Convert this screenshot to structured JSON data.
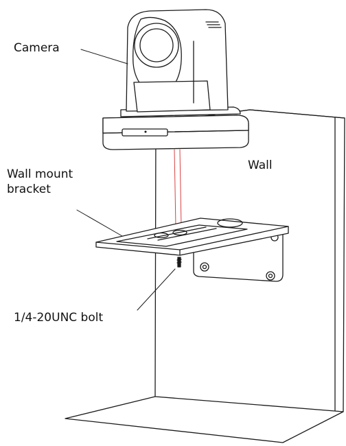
{
  "labels": {
    "camera": "Camera",
    "wall": "Wall",
    "bracket_line1": "Wall mount",
    "bracket_line2": "bracket",
    "bolt": "1/4-20UNC bolt"
  },
  "colors": {
    "line": "#1a1a1a",
    "guide": "#d94040",
    "fill": "#ffffff"
  }
}
